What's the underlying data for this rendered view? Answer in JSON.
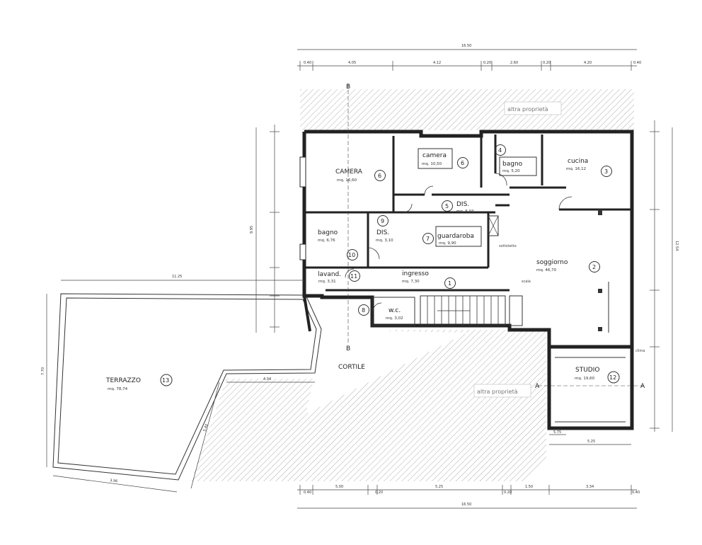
{
  "properties": {
    "top": "altra proprietà",
    "bottom": "altra proprietà"
  },
  "labels": {
    "cortile": "CORTILE",
    "section_b_top": "B",
    "section_b_bottom": "B",
    "section_a_left": "A",
    "section_a_right": "A",
    "scala": "scala",
    "sotto": "sottotetto",
    "clima": "clima"
  },
  "rooms": [
    {
      "key": "camera-main",
      "name": "CAMERA",
      "area": "mq. 16,60",
      "num": "6"
    },
    {
      "key": "camera-small",
      "name": "camera",
      "area": "mq. 10,50",
      "num": "6"
    },
    {
      "key": "bagno-top",
      "name": "bagno",
      "area": "mq. 5,20",
      "num": "4"
    },
    {
      "key": "cucina",
      "name": "cucina",
      "area": "mq. 16,12",
      "num": "3"
    },
    {
      "key": "dis-top",
      "name": "DIS.",
      "area": "mq. 6,04",
      "num": "5"
    },
    {
      "key": "bagno-left",
      "name": "bagno",
      "area": "mq. 6,76",
      "num": "10"
    },
    {
      "key": "dis-left",
      "name": "DIS.",
      "area": "mq. 3,10",
      "num": "9"
    },
    {
      "key": "guardaroba",
      "name": "guardaroba",
      "area": "mq. 9,90",
      "num": "7"
    },
    {
      "key": "soggiorno",
      "name": "soggiorno",
      "area": "mq. 46,70",
      "num": "2"
    },
    {
      "key": "lavand",
      "name": "lavand.",
      "area": "mq. 3,31",
      "num": "11"
    },
    {
      "key": "ingresso",
      "name": "ingresso",
      "area": "mq. 7,30",
      "num": "1"
    },
    {
      "key": "wc",
      "name": "w.c.",
      "area": "mq. 3,02",
      "num": "8"
    },
    {
      "key": "studio",
      "name": "STUDIO",
      "area": "mq. 19,60",
      "num": "12"
    },
    {
      "key": "terrazzo",
      "name": "TERRAZZO",
      "area": "mq. 78,74",
      "num": "13"
    }
  ],
  "dims": {
    "top_total": "16.50",
    "top_chain": [
      "0.40",
      "4.05",
      "4.12",
      "0.20",
      "2.60",
      "0.20",
      "4.20",
      "0.40"
    ],
    "bottom_chain": [
      "0.40",
      "5.00",
      "0.20",
      "5.25",
      "0.20",
      "1.50",
      "3.34",
      "0.40"
    ],
    "bottom_total": "16.50",
    "right_total": "12.54",
    "left_total": "9.95",
    "terrazzo_w": "11.25",
    "terrazzo_h": "7.70",
    "terrazzo_b": "3.96",
    "terrazzo_diag": "5.40",
    "terrazzo_inner": "4.04",
    "studio_w": "5.25",
    "studio_b": "5.75"
  }
}
